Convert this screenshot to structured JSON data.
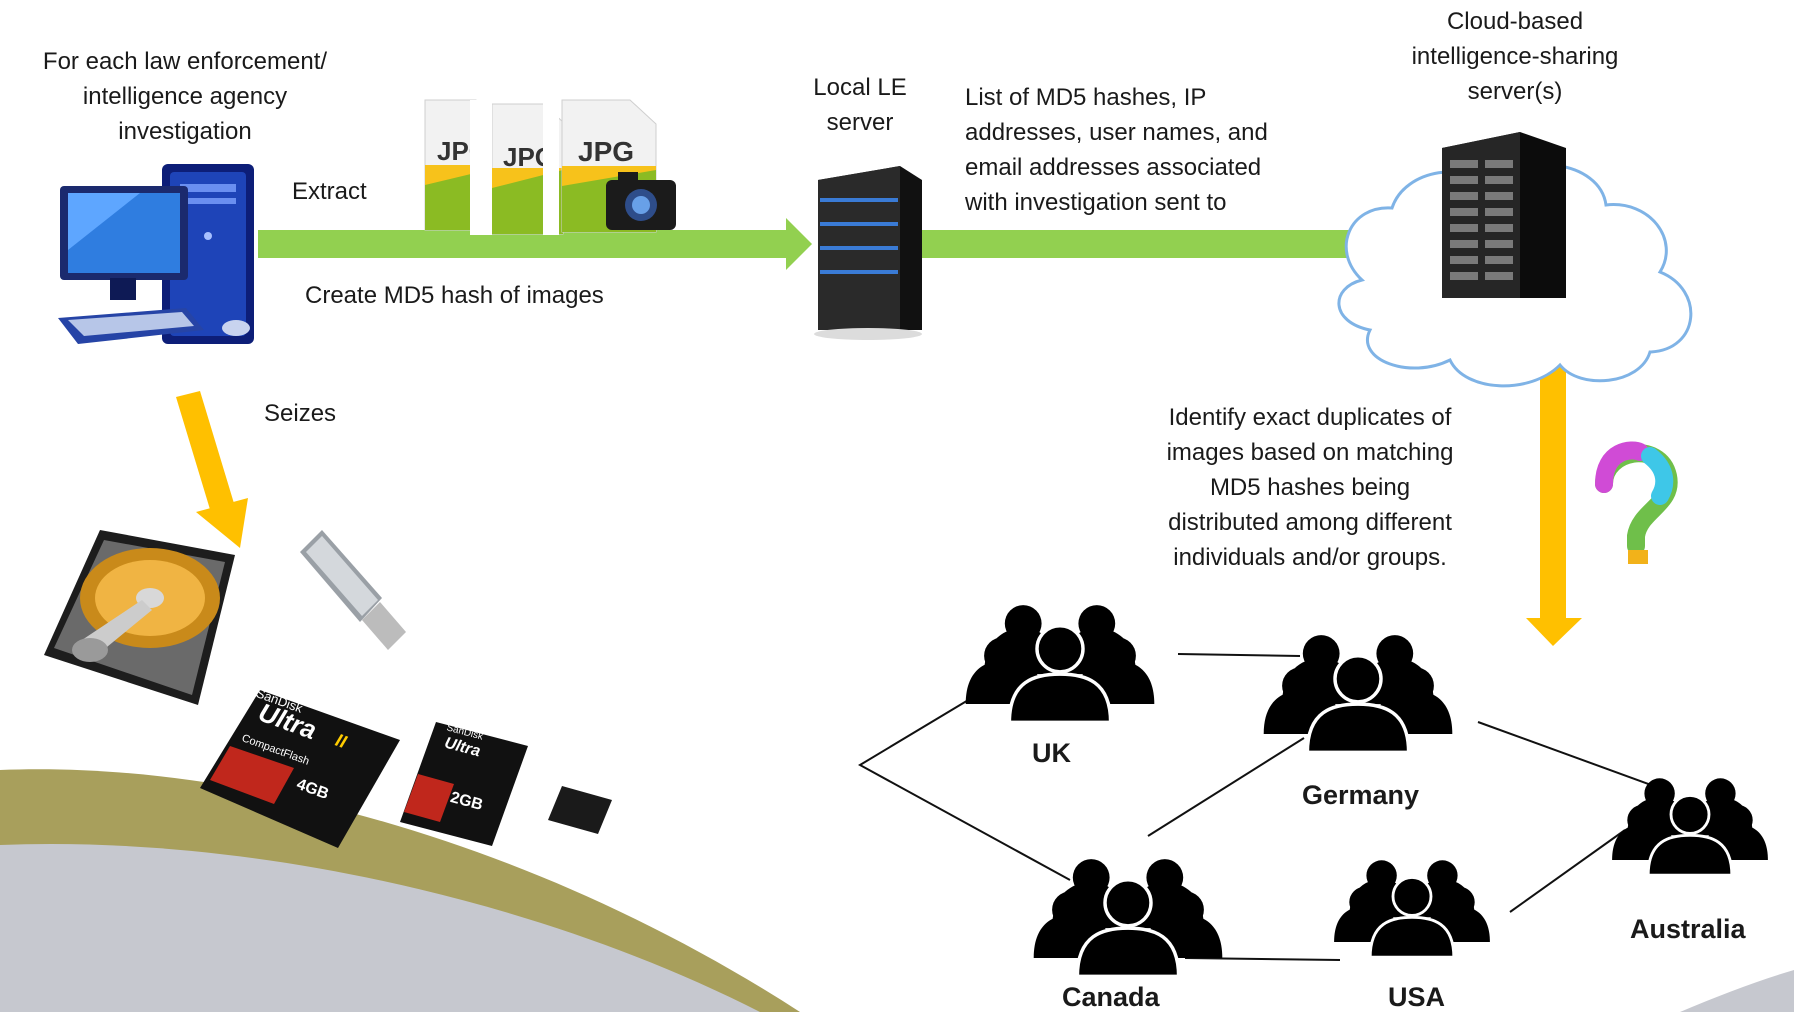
{
  "agency_label": [
    "For each law enforcement/",
    "intelligence agency",
    "investigation"
  ],
  "extract_label": "Extract",
  "hash_label": "Create MD5 hash of images",
  "seizes_label": "Seizes",
  "local_server_label": [
    "Local LE",
    "server"
  ],
  "list_label": [
    "List of MD5 hashes, IP",
    "addresses, user names, and",
    "email addresses associated",
    "with investigation sent to"
  ],
  "cloud_label": [
    "Cloud-based",
    "intelligence-sharing",
    "server(s)"
  ],
  "identify_label": [
    "Identify exact duplicates of",
    "images based on matching",
    "MD5 hashes being",
    "distributed among different",
    "individuals and/or groups."
  ],
  "jpg_files": [
    "JPG",
    "JPG",
    "JPG"
  ],
  "storage_items": {
    "cf_brand": "SanDisk",
    "cf_model": "Ultra",
    "cf_suffix": "II",
    "cf_type": "CompactFlash",
    "cf_capacity": "4GB",
    "sd_brand": "SanDisk",
    "sd_model": "Ultra",
    "sd_capacity": "2GB"
  },
  "groups": {
    "uk": "UK",
    "germany": "Germany",
    "canada": "Canada",
    "usa": "USA",
    "australia": "Australia"
  },
  "icons": [
    "desktop-computer-icon",
    "server-tower-icon",
    "cloud-icon",
    "server-rack-icon",
    "hard-drive-icon",
    "usb-drive-icon",
    "compactflash-card-icon",
    "sd-card-icon",
    "microsd-card-icon",
    "question-mark-icon",
    "people-group-icon"
  ],
  "colors": {
    "green_arrow": "#92d050",
    "orange_arrow": "#ffc000",
    "cloud_outline": "#7fb3e6",
    "swoosh_olive": "#a89f5c",
    "swoosh_gray": "#c6c8cf"
  }
}
